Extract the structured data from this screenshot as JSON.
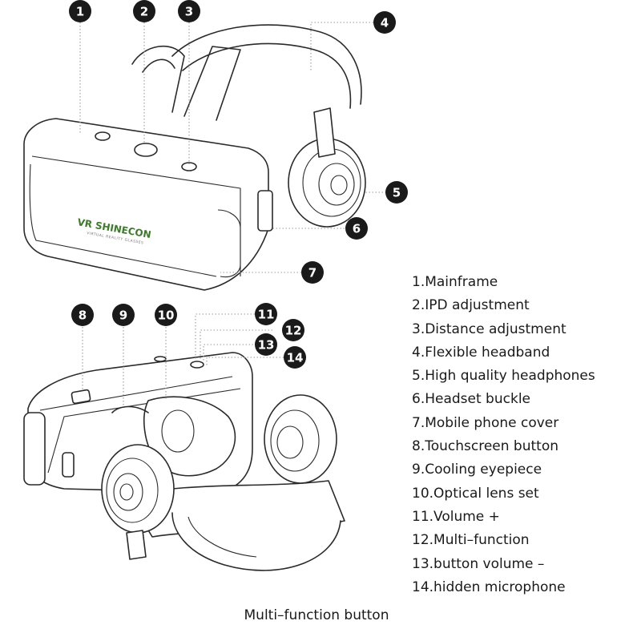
{
  "callouts": [
    {
      "num": "1"
    },
    {
      "num": "2"
    },
    {
      "num": "3"
    },
    {
      "num": "4"
    },
    {
      "num": "5"
    },
    {
      "num": "6"
    },
    {
      "num": "7"
    },
    {
      "num": "8"
    },
    {
      "num": "9"
    },
    {
      "num": "10"
    },
    {
      "num": "11"
    },
    {
      "num": "12"
    },
    {
      "num": "13"
    },
    {
      "num": "14"
    }
  ],
  "legend": [
    "1.Mainframe",
    "2.IPD adjustment",
    "3.Distance adjustment",
    "4.Flexible headband",
    "5.High quality headphones",
    "6.Headset buckle",
    "7.Mobile phone cover",
    "8.Touchscreen button",
    "9.Cooling eyepiece",
    "10.Optical lens set",
    "11.Volume +",
    "12.Multi–function",
    "13.button volume –",
    "14.hidden microphone"
  ],
  "brand": {
    "name": "VR SHINECON",
    "tagline": "VIRTUAL REALITY GLASSES"
  },
  "caption": "Multi–function button"
}
